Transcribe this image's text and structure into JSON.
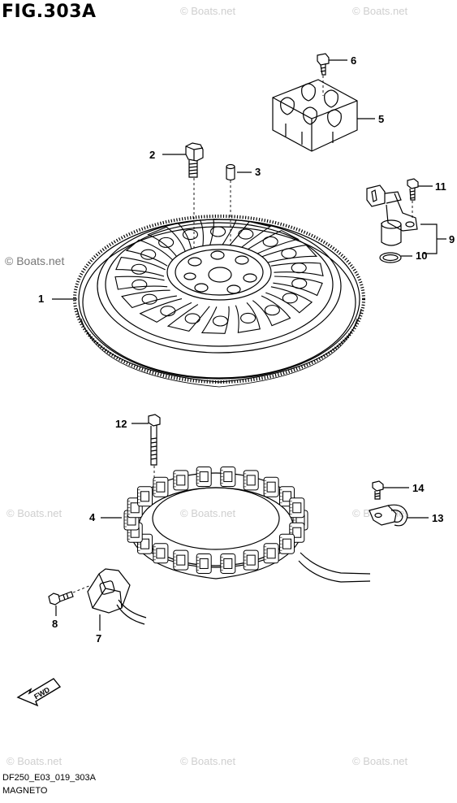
{
  "figure": {
    "title": "FIG.303A",
    "code": "DF250_E03_019_303A",
    "caption": "MAGNETO"
  },
  "watermark": {
    "text": "© Boats.net"
  },
  "fwd_label": "FWD",
  "callouts": [
    {
      "id": "1",
      "number": "1"
    },
    {
      "id": "2",
      "number": "2"
    },
    {
      "id": "3",
      "number": "3"
    },
    {
      "id": "4",
      "number": "4"
    },
    {
      "id": "5",
      "number": "5"
    },
    {
      "id": "6",
      "number": "6"
    },
    {
      "id": "7",
      "number": "7"
    },
    {
      "id": "8",
      "number": "8"
    },
    {
      "id": "9",
      "number": "9"
    },
    {
      "id": "10",
      "number": "10"
    },
    {
      "id": "11",
      "number": "11"
    },
    {
      "id": "12",
      "number": "12"
    },
    {
      "id": "13",
      "number": "13"
    },
    {
      "id": "14",
      "number": "14"
    }
  ]
}
